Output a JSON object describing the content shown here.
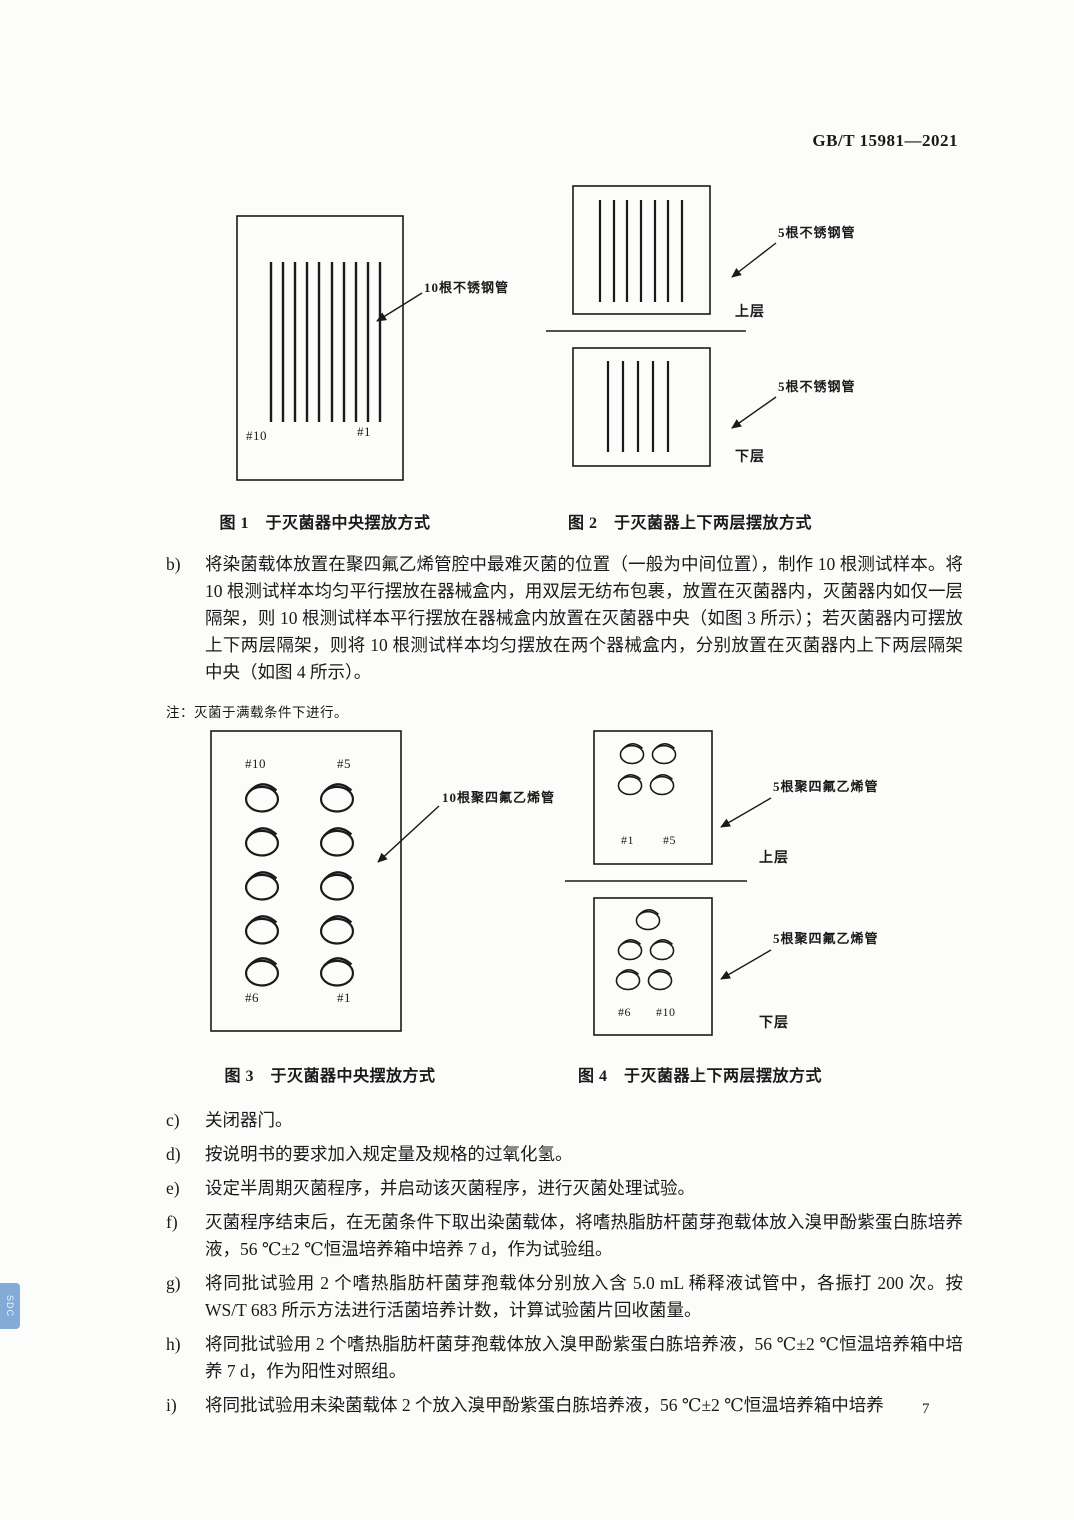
{
  "header": {
    "doc_number": "GB/T 15981—2021"
  },
  "figures": {
    "fig1": {
      "caption": "图 1　于灭菌器中央摆放方式",
      "annotation": "10根不锈钢管",
      "label_bottom_left": "#10",
      "label_bottom_right": "#1"
    },
    "fig2": {
      "caption": "图 2　于灭菌器上下两层摆放方式",
      "annotation_upper": "5根不锈钢管",
      "annotation_lower": "5根不锈钢管",
      "layer_upper": "上层",
      "layer_lower": "下层"
    },
    "fig3": {
      "caption": "图 3　于灭菌器中央摆放方式",
      "annotation": "10根聚四氟乙烯管",
      "label_top_left": "#10",
      "label_top_right": "#5",
      "label_bottom_left": "#6",
      "label_bottom_right": "#1"
    },
    "fig4": {
      "caption": "图 4　于灭菌器上下两层摆放方式",
      "annotation_upper": "5根聚四氟乙烯管",
      "annotation_lower": "5根聚四氟乙烯管",
      "upper_label_left": "#1",
      "upper_label_right": "#5",
      "lower_label_left": "#6",
      "lower_label_right": "#10",
      "layer_upper": "上层",
      "layer_lower": "下层"
    }
  },
  "items": {
    "b": {
      "marker": "b)",
      "text": "将染菌载体放置在聚四氟乙烯管腔中最难灭菌的位置（一般为中间位置），制作 10 根测试样本。将 10 根测试样本均匀平行摆放在器械盒内，用双层无纺布包裹，放置在灭菌器内，灭菌器内如仅一层隔架，则 10 根测试样本平行摆放在器械盒内放置在灭菌器中央（如图 3 所示）；若灭菌器内可摆放上下两层隔架，则将 10 根测试样本均匀摆放在两个器械盒内，分别放置在灭菌器内上下两层隔架中央（如图 4 所示）。"
    },
    "list": [
      {
        "marker": "c)",
        "text": "关闭器门。"
      },
      {
        "marker": "d)",
        "text": "按说明书的要求加入规定量及规格的过氧化氢。"
      },
      {
        "marker": "e)",
        "text": "设定半周期灭菌程序，并启动该灭菌程序，进行灭菌处理试验。"
      },
      {
        "marker": "f)",
        "text": "灭菌程序结束后，在无菌条件下取出染菌载体，将嗜热脂肪杆菌芽孢载体放入溴甲酚紫蛋白胨培养液，56 ℃±2 ℃恒温培养箱中培养 7 d，作为试验组。"
      },
      {
        "marker": "g)",
        "text": "将同批试验用 2 个嗜热脂肪杆菌芽孢载体分别放入含 5.0 mL 稀释液试管中，各振打 200 次。按 WS/T 683 所示方法进行活菌培养计数，计算试验菌片回收菌量。"
      },
      {
        "marker": "h)",
        "text": "将同批试验用 2 个嗜热脂肪杆菌芽孢载体放入溴甲酚紫蛋白胨培养液，56 ℃±2 ℃恒温培养箱中培养 7 d，作为阳性对照组。"
      },
      {
        "marker": "i)",
        "text": "将同批试验用未染菌载体 2 个放入溴甲酚紫蛋白胨培养液，56 ℃±2 ℃恒温培养箱中培养"
      }
    ]
  },
  "note": "注：灭菌于满载条件下进行。",
  "page_number": "7",
  "watermark": "SDC"
}
